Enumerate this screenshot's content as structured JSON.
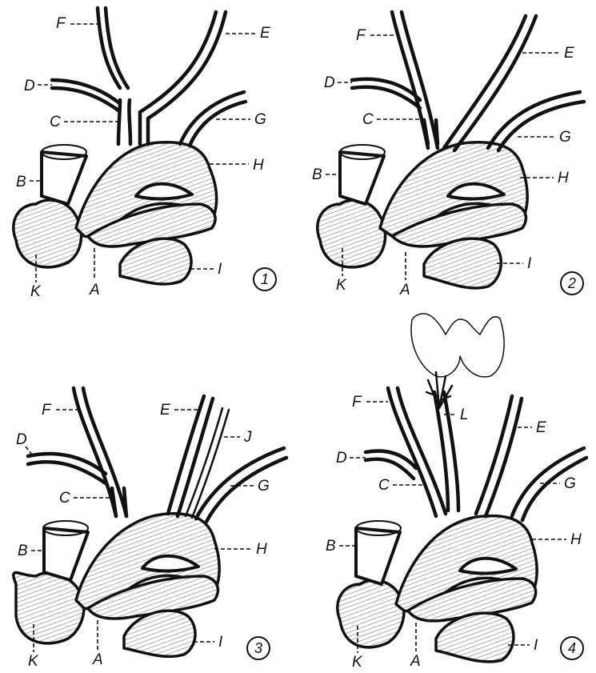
{
  "panels": [
    {
      "number": "1",
      "labels": {
        "A": "A",
        "B": "B",
        "C": "C",
        "D": "D",
        "E": "E",
        "F": "F",
        "G": "G",
        "H": "H",
        "I": "I",
        "K": "K"
      }
    },
    {
      "number": "2",
      "labels": {
        "A": "A",
        "B": "B",
        "C": "C",
        "D": "D",
        "E": "E",
        "F": "F",
        "G": "G",
        "H": "H",
        "I": "I",
        "K": "K"
      }
    },
    {
      "number": "3",
      "labels": {
        "A": "A",
        "B": "B",
        "C": "C",
        "D": "D",
        "E": "E",
        "F": "F",
        "G": "G",
        "H": "H",
        "I": "I",
        "J": "J",
        "K": "K"
      }
    },
    {
      "number": "4",
      "labels": {
        "A": "A",
        "B": "B",
        "C": "C",
        "D": "D",
        "E": "E",
        "F": "F",
        "G": "G",
        "H": "H",
        "I": "I",
        "K": "K",
        "L": "L"
      }
    }
  ],
  "colors": {
    "ink": "#111111",
    "paper": "#ffffff"
  }
}
